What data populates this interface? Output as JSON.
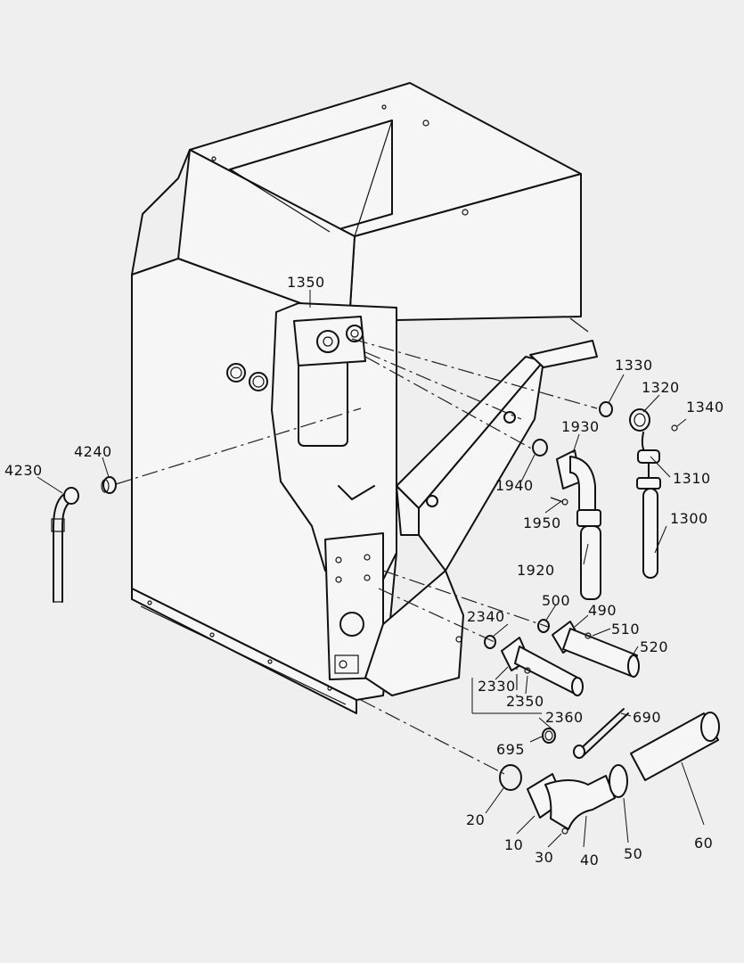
{
  "diagram": {
    "labels": {
      "l1350": "1350",
      "l1330": "1330",
      "l1320": "1320",
      "l1340": "1340",
      "l1930": "1930",
      "l1310": "1310",
      "l1940": "1940",
      "l1950": "1950",
      "l1300": "1300",
      "l1920": "1920",
      "l4240": "4240",
      "l4230": "4230",
      "l500": "500",
      "l490": "490",
      "l510": "510",
      "l2340": "2340",
      "l520": "520",
      "l2330": "2330",
      "l2350": "2350",
      "l2360": "2360",
      "l690": "690",
      "l695": "695",
      "l20": "20",
      "l10": "10",
      "l30": "30",
      "l40": "40",
      "l50": "50",
      "l60": "60"
    }
  }
}
